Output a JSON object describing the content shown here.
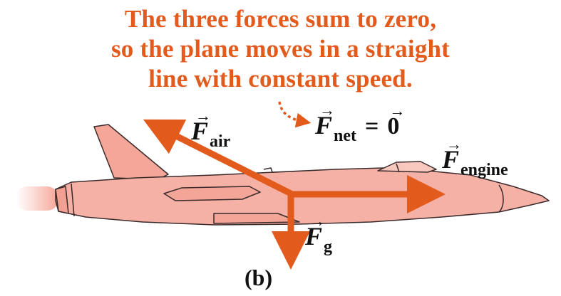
{
  "caption": {
    "line1": "The three forces sum to zero,",
    "line2": "so the plane moves in a straight",
    "line3": "line with constant speed."
  },
  "vectors": {
    "air": {
      "symbol": "F",
      "arrow": "→",
      "subscript": "air"
    },
    "engine": {
      "symbol": "F",
      "arrow": "→",
      "subscript": "engine"
    },
    "gravity": {
      "symbol": "F",
      "arrow": "→",
      "subscript": "g"
    },
    "net": {
      "symbol": "F",
      "arrow": "→",
      "subscript": "net",
      "equals": "=",
      "zero": "0"
    }
  },
  "panel_label": "(b)",
  "colors": {
    "caption": "#e35a1d",
    "force_arrow": "#e35a1d",
    "plane_fill": "#f6b1a6",
    "plane_stroke": "#3a2a2a",
    "text": "#111111"
  }
}
